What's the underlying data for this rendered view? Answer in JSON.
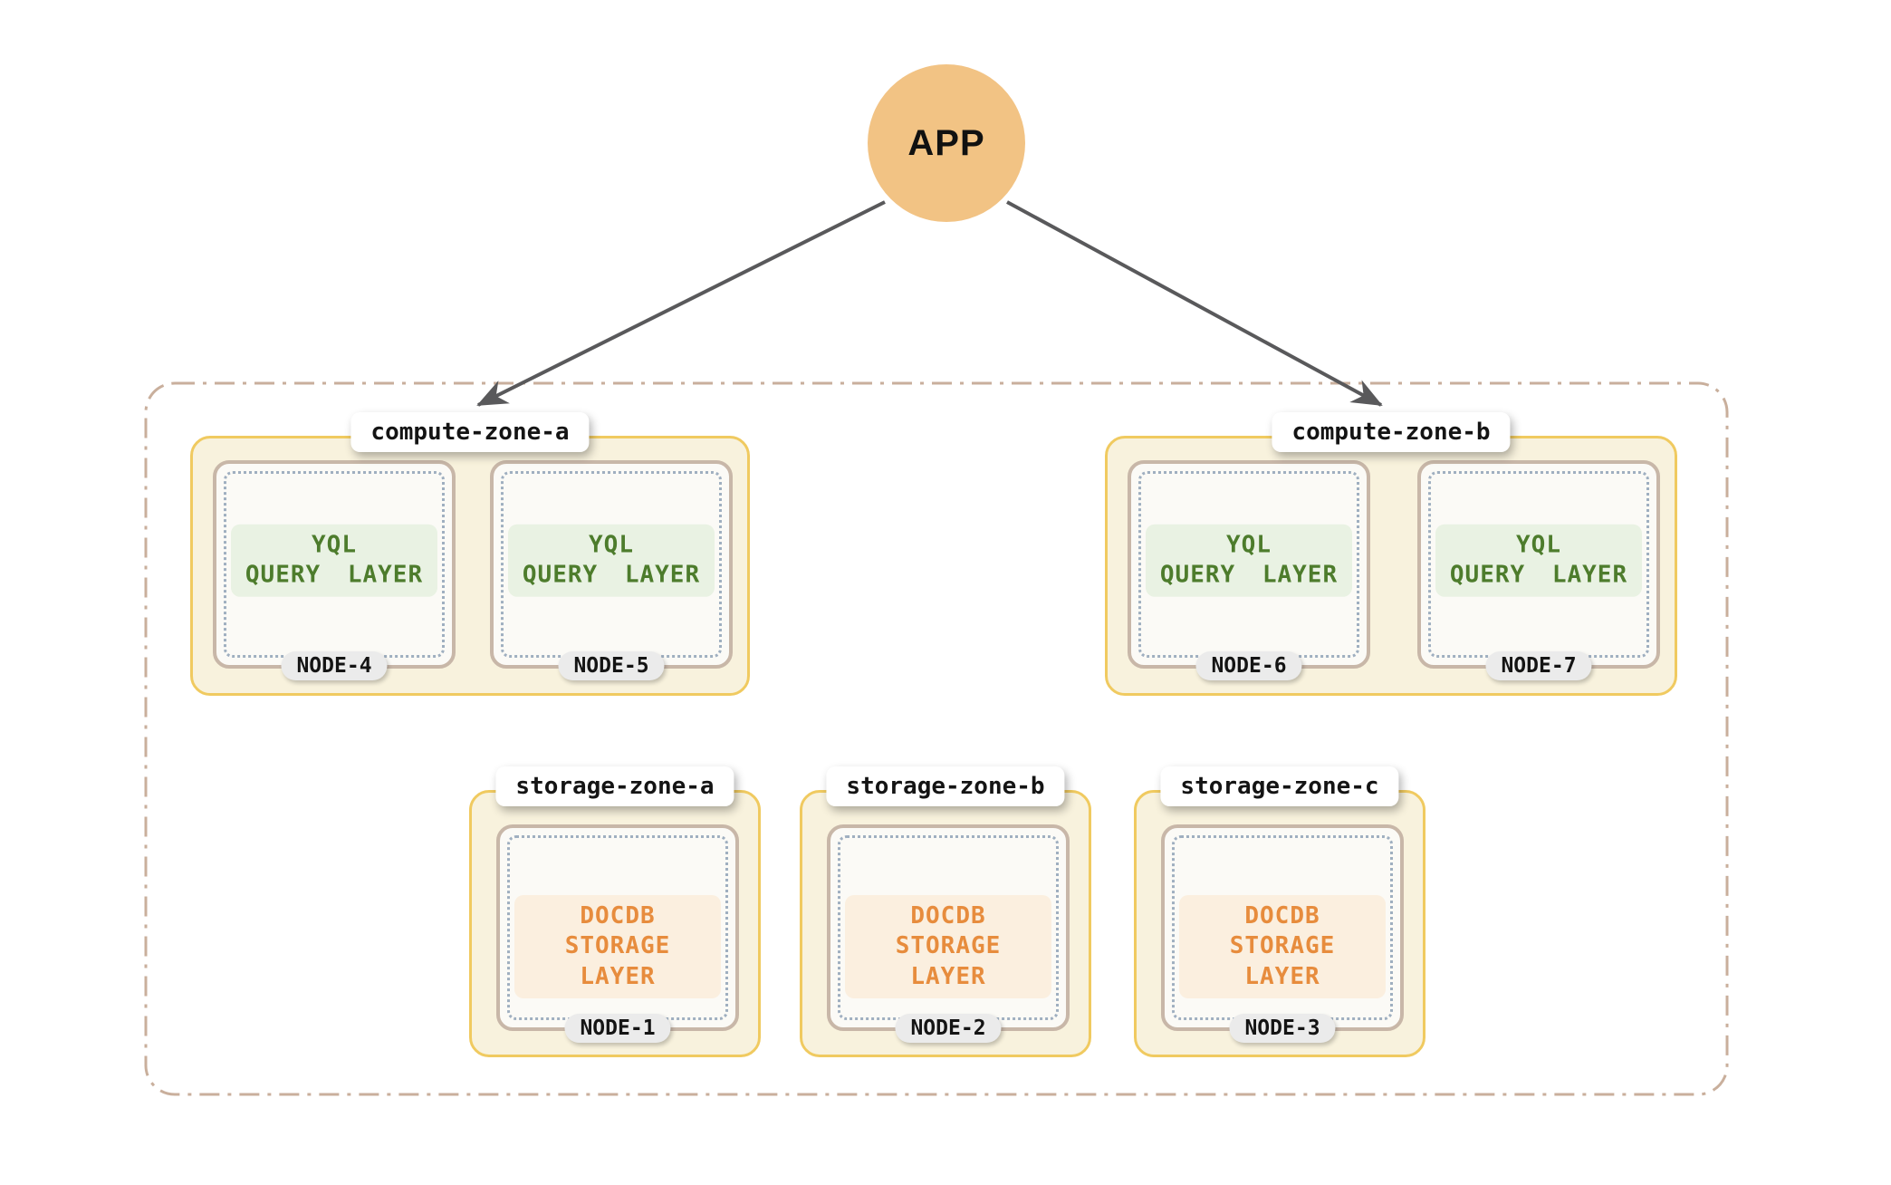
{
  "app": {
    "label": "APP"
  },
  "diagram": {
    "compute_zones": [
      {
        "name": "compute-zone-a",
        "nodes": [
          {
            "id": "NODE-4",
            "layer": [
              "YQL",
              "QUERY LAYER"
            ]
          },
          {
            "id": "NODE-5",
            "layer": [
              "YQL",
              "QUERY LAYER"
            ]
          }
        ]
      },
      {
        "name": "compute-zone-b",
        "nodes": [
          {
            "id": "NODE-6",
            "layer": [
              "YQL",
              "QUERY LAYER"
            ]
          },
          {
            "id": "NODE-7",
            "layer": [
              "YQL",
              "QUERY LAYER"
            ]
          }
        ]
      }
    ],
    "storage_zones": [
      {
        "name": "storage-zone-a",
        "nodes": [
          {
            "id": "NODE-1",
            "layer": [
              "DOCDB",
              "STORAGE LAYER"
            ]
          }
        ]
      },
      {
        "name": "storage-zone-b",
        "nodes": [
          {
            "id": "NODE-2",
            "layer": [
              "DOCDB",
              "STORAGE LAYER"
            ]
          }
        ]
      },
      {
        "name": "storage-zone-c",
        "nodes": [
          {
            "id": "NODE-3",
            "layer": [
              "DOCDB",
              "STORAGE LAYER"
            ]
          }
        ]
      }
    ],
    "connections": [
      {
        "from": "APP",
        "to": "compute-zone-a"
      },
      {
        "from": "APP",
        "to": "compute-zone-b"
      }
    ]
  },
  "colors": {
    "app_circle": "#F2C384",
    "arrow": "#59595B",
    "outer_boundary": "#C9AF9C",
    "zone_border": "#F0CA60",
    "zone_bg": "#F8F2DD",
    "node_border": "#C8B7A8",
    "node_bg": "#FBFAF6",
    "node_dots": "#9FAFC0",
    "query_layer_text": "#4D7C2C",
    "query_layer_bg": "#E9F2E3",
    "storage_layer_text": "#E78C3D",
    "storage_layer_bg": "#FBEFDF",
    "badge_bg": "#EBEBEB",
    "label_text": "#141414"
  }
}
